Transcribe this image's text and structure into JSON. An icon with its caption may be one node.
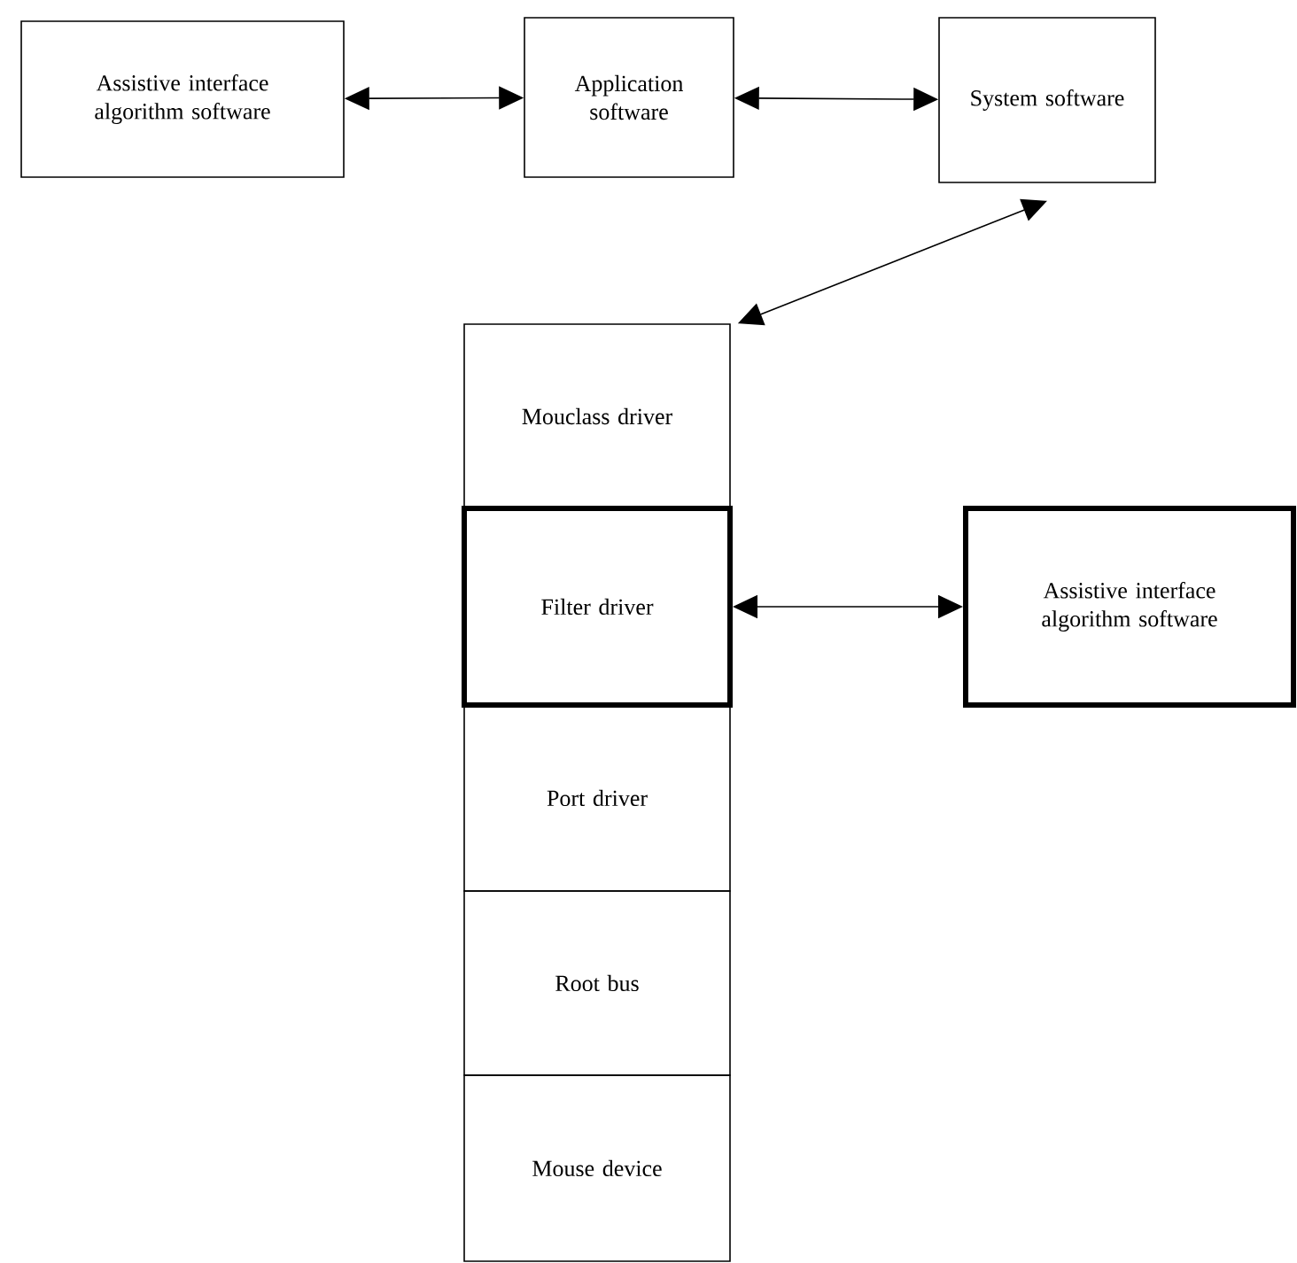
{
  "diagram": {
    "nodes": [
      {
        "text": [
          "Assistive interface algorithm software"
        ]
      },
      {
        "text": [
          "Application software"
        ]
      },
      {
        "text": [
          "System software"
        ]
      },
      {
        "text": [
          "Mouclass driver"
        ]
      },
      {
        "text": [
          "Filter driver"
        ]
      },
      {
        "text": [
          "Port driver"
        ]
      },
      {
        "text": [
          "Root bus"
        ]
      },
      {
        "text": [
          "Mouse device"
        ]
      },
      {
        "text": [
          "Assistive interface algorithm software"
        ]
      }
    ],
    "edges": [
      {
        "from": 0,
        "to": 1,
        "arrow": "both"
      },
      {
        "from": 1,
        "to": 2,
        "arrow": "both"
      },
      {
        "from": 2,
        "to": 3,
        "arrow": "both"
      },
      {
        "from": 4,
        "to": 8,
        "arrow": "both"
      }
    ]
  }
}
